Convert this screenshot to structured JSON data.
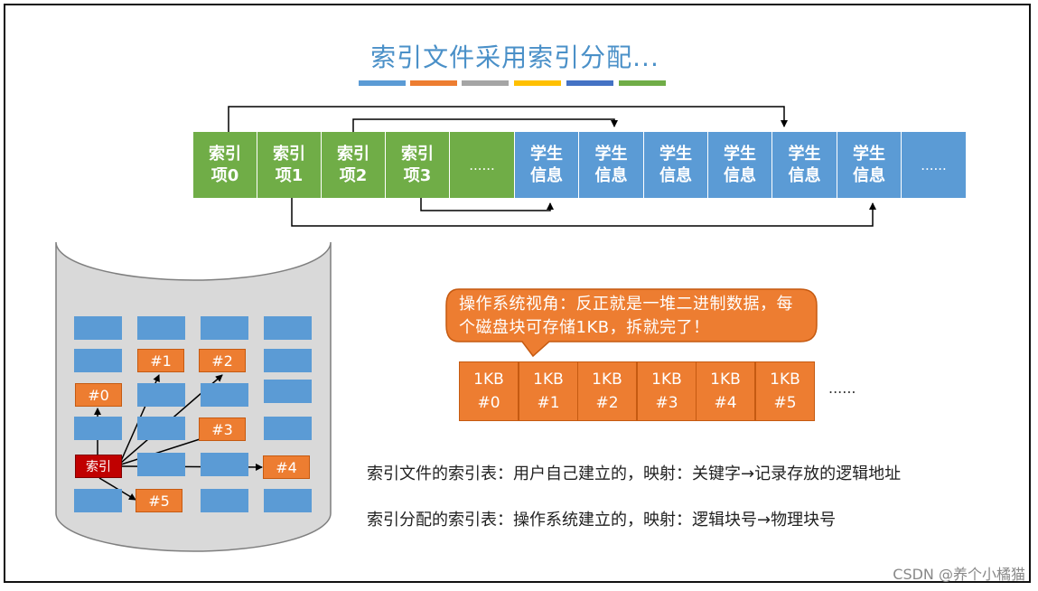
{
  "title": "索引文件采用索引分配...",
  "colors": {
    "bar": [
      "#5b9bd5",
      "#ed7d31",
      "#a5a5a5",
      "#ffc000",
      "#4472c4",
      "#70ad47"
    ],
    "green": "#70ad47",
    "blue": "#5b9bd5",
    "orange": "#ed7d31",
    "index_red": "#c00000"
  },
  "file_row": {
    "index_items": [
      "索引\n项0",
      "索引\n项1",
      "索引\n项2",
      "索引\n项3",
      "......"
    ],
    "records": [
      "学生\n信息",
      "学生\n信息",
      "学生\n信息",
      "学生\n信息",
      "学生\n信息",
      "学生\n信息",
      "......"
    ]
  },
  "disk": {
    "index_label": "索引",
    "blocks": [
      "#0",
      "#1",
      "#2",
      "#3",
      "#4",
      "#5"
    ]
  },
  "callout": "操作系统视角：反正就是一堆二进制数据，每个磁盘块可存储1KB，拆就完了！",
  "kb_blocks": [
    "1KB\n#0",
    "1KB\n#1",
    "1KB\n#2",
    "1KB\n#3",
    "1KB\n#4",
    "1KB\n#5"
  ],
  "kb_ellipsis": "......",
  "statements": [
    "索引文件的索引表：用户自己建立的，映射：关键字→记录存放的逻辑地址",
    "索引分配的索引表：操作系统建立的，映射：逻辑块号→物理块号"
  ],
  "watermark": "CSDN @养个小橘猫"
}
